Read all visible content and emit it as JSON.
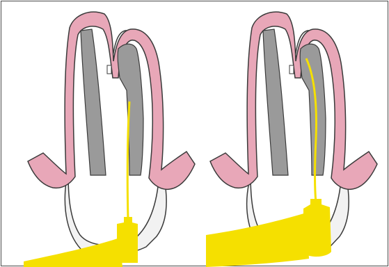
{
  "figure": {
    "description_colors": {
      "gum": "#e8a7b8",
      "crown_outline": "#3a3a3a",
      "root": "#f5f5f5",
      "canal": "#999999",
      "instrument": "#f5e000",
      "background": "#ffffff",
      "border": "#4a4a4a"
    },
    "panels": [
      {
        "id": "left",
        "file_position": "short"
      },
      {
        "id": "right",
        "file_position": "long"
      }
    ]
  }
}
